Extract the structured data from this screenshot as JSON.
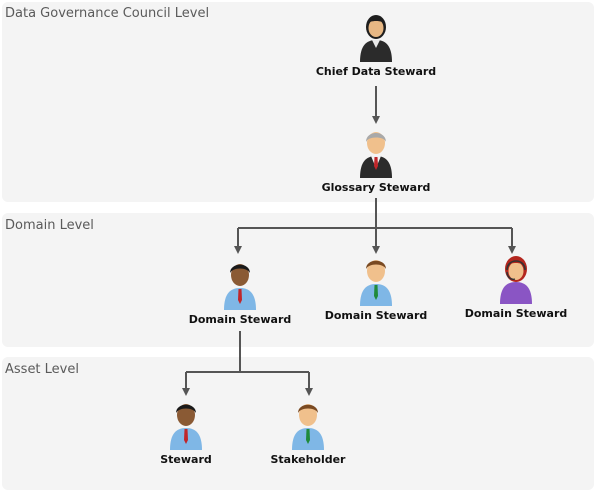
{
  "lanes": {
    "council": "Data Governance Council Level",
    "domain": "Domain Level",
    "asset": "Asset Level"
  },
  "nodes": {
    "chief_data_steward": "Chief Data Steward",
    "glossary_steward": "Glossary Steward",
    "domain_steward_1": "Domain Steward",
    "domain_steward_2": "Domain Steward",
    "domain_steward_3": "Domain Steward",
    "steward": "Steward",
    "stakeholder": "Stakeholder"
  },
  "icons": {
    "chief_data_steward": "businesswoman-icon",
    "glossary_steward": "businessman-gray-hair-icon",
    "domain_steward_1": "person-red-tie-icon",
    "domain_steward_2": "person-green-tie-icon",
    "domain_steward_3": "woman-headset-icon",
    "steward": "person-red-tie-icon",
    "stakeholder": "person-green-tie-icon"
  },
  "colors": {
    "lane_bg": "#f4f4f4",
    "connector": "#555555",
    "tie_red": "#c0262a",
    "tie_green": "#1f8a3a",
    "shirt_blue": "#7fb7e6",
    "suit_dark": "#2b2b2b",
    "purple": "#8a55c4"
  }
}
